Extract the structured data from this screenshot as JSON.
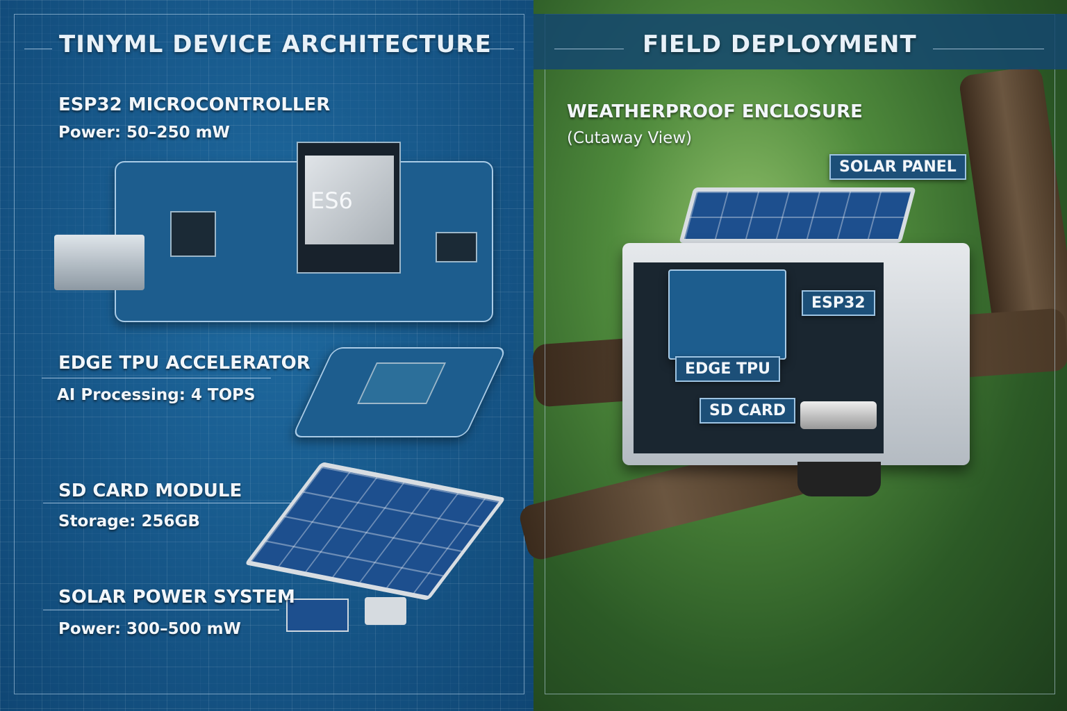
{
  "left_panel": {
    "title": "TINYML DEVICE ARCHITECTURE",
    "components": [
      {
        "name": "ESP32 MICROCONTROLLER",
        "spec": "Power: 50–250 mW",
        "chip_label": "ES6"
      },
      {
        "name": "EDGE TPU ACCELERATOR",
        "spec": "AI Processing: 4 TOPS"
      },
      {
        "name": "SD CARD MODULE",
        "spec": "Storage: 256GB"
      },
      {
        "name": "SOLAR POWER SYSTEM",
        "spec": "Power: 300–500 mW"
      }
    ]
  },
  "right_panel": {
    "title": "FIELD DEPLOYMENT",
    "enclosure_label": "WEATHERPROOF ENCLOSURE",
    "enclosure_note": "(Cutaway View)",
    "solar_panel_tag": "SOLAR PANEL",
    "inner_tags": {
      "esp32": "ESP32",
      "edge_tpu": "EDGE TPU",
      "sd_card": "SD CARD"
    }
  },
  "colors": {
    "blueprint": "#165a8c",
    "forest": "#4f8a3c",
    "tag_bg": "#1c4f78"
  }
}
